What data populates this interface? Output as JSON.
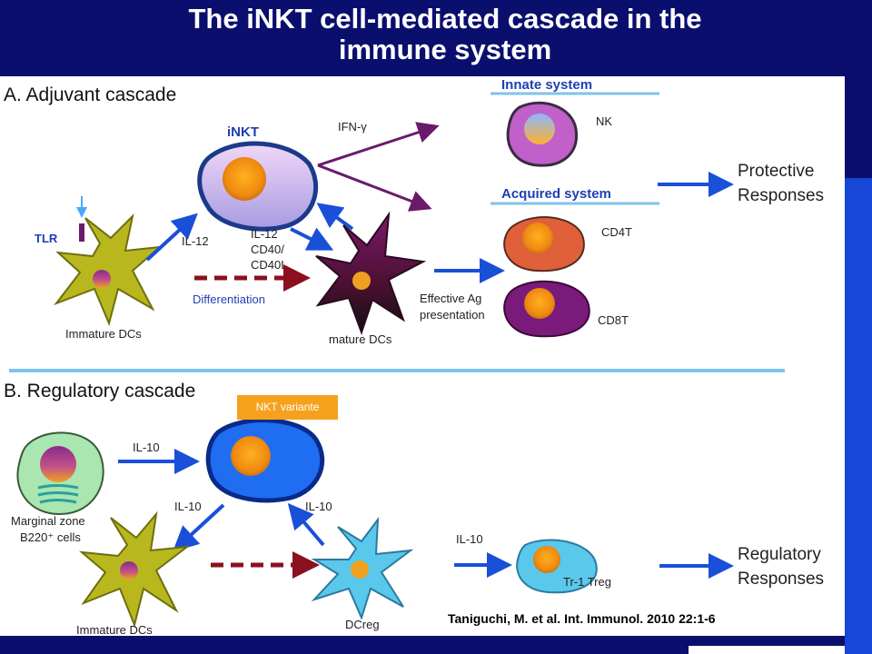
{
  "title": {
    "line1": "The iNKT cell-mediated cascade in the",
    "line2": "immune system"
  },
  "section_a": {
    "heading": "A. Adjuvant cascade",
    "inkt": "iNKT",
    "ifn": "IFN-γ",
    "tlr": "TLR",
    "il12_left": "IL-12",
    "il12_right": "IL-12",
    "cd40_1": "CD40/",
    "cd40_2": "CD40L",
    "differentiation": "Differentiation",
    "immature_dcs": "Immature DCs",
    "mature_dcs": "mature DCs",
    "effective_1": "Effective Ag",
    "effective_2": "presentation",
    "innate": "Innate system",
    "acquired": "Acquired system",
    "nk": "NK",
    "cd4t": "CD4T",
    "cd8t": "CD8T",
    "protective_1": "Protective",
    "protective_2": "Responses"
  },
  "section_b": {
    "heading": "B. Regulatory cascade",
    "nkt_variant": "NKT variante",
    "il10_top": "IL-10",
    "il10_left": "IL-10",
    "il10_right": "IL-10",
    "il10_treg": "IL-10",
    "marginal_1": "Marginal zone",
    "marginal_2": "B220⁺ cells",
    "immature_dcs": "Immature DCs",
    "dcreg": "DCreg",
    "treg": "Tr-1 Treg",
    "regulatory_1": "Regulatory",
    "regulatory_2": "Responses"
  },
  "citation": "Taniguchi, M. et al. Int. Immunol. 2010 22:1-6",
  "colors": {
    "background": "#0a0f6e",
    "accent_band": "#1846d6",
    "arrow_blue": "#1a4fd8",
    "arrow_dark_red": "#8b1020",
    "arrow_purple": "#6a1a6a",
    "badge_orange": "#f5a11e"
  }
}
